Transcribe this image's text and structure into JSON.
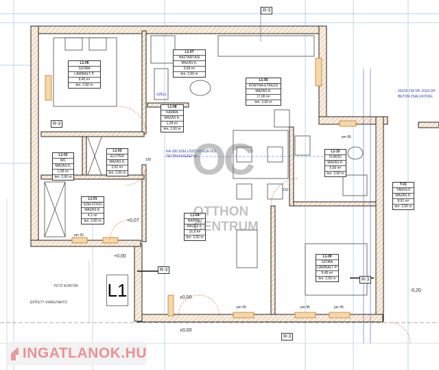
{
  "rooms": [
    {
      "id": "L1-06",
      "name": "SZOBA",
      "floor": "LAMINÁLT P.",
      "area": "9,45 m²",
      "height": "bm: 2,60 m"
    },
    {
      "id": "L1-07",
      "name": "HÁZTARTÁSI",
      "floor": "MÁZAS K.",
      "area": "3,68 m²",
      "height": "bm: 2,60 m"
    },
    {
      "id": "L1-05",
      "name": "KONYHA-ÉTKEZŐ",
      "floor": "MÁZAS K.",
      "area": "17,00 m²",
      "height": "bm: 2,60 m"
    },
    {
      "id": "L1-08",
      "name": "KAMRA",
      "floor": "MÁZAS K.",
      "area": "1,28 m²",
      "height": "bm: 2,60 m"
    },
    {
      "id": "L1-02",
      "name": "WC",
      "floor": "MÁZAS K.",
      "area": "1,08 m²",
      "height": "bm: 2,60 m"
    },
    {
      "id": "L1-03",
      "name": "ELŐTÉR",
      "floor": "MÁZAS K.",
      "area": "2,62 m²",
      "height": "bm: 2,60 m"
    },
    {
      "id": "L1-01",
      "name": "SZÉLFOGÓ",
      "floor": "MÁZAS K.",
      "area": "4,1 m²",
      "height": "bm: 2,60 m"
    },
    {
      "id": "L1-04",
      "name": "NAPPALI",
      "floor": "MÁZAS K.",
      "area": "16,8 m²",
      "height": "bm: 2,60 m"
    },
    {
      "id": "L1-10",
      "name": "FÜRDŐ",
      "floor": "MÁZAS K.",
      "area": "5,69 m²",
      "height": "bm: 2,60 m"
    },
    {
      "id": "L1-09",
      "name": "SZOBA",
      "floor": "LAMINÁLT P.",
      "area": "9,45 m²",
      "height": "bm: 2,60 m"
    },
    {
      "id": "T-01",
      "name": "TÁROLÓ",
      "floor": "MÁZAS K.",
      "area": "8,91 m²",
      "height": "bm: 2,60 m"
    }
  ],
  "tags": {
    "section": "R-3",
    "unit": "L1"
  },
  "notes": {
    "szell": "SZELL",
    "chimney_1": "KA-180 SZELLŐZŐ KIVEZETÉS",
    "chimney_2": "TETŐN KIVEZETVE",
    "column_1": "25X25 CM VB. OSZLOP",
    "column_2": "BETON ZSALUKŐVEL",
    "roof": "TETŐ KONTÚR",
    "planter": "ÉPÍTETT VIRÁGTARTÓ"
  },
  "levels": {
    "a": "+0,00",
    "b": "±0,00",
    "c": "±0,00",
    "d": "-0,20",
    "e": "+0,07"
  },
  "dims": {
    "pm95": "pm 95",
    "pm85": "pm 85",
    "pm50": "pm 50",
    "d210": "210",
    "d155": "155"
  },
  "watermark": {
    "brand_top": "OC",
    "brand_1": "OTTHON",
    "brand_2": "CENTRUM",
    "portal": "INGATLANOK.HU"
  }
}
